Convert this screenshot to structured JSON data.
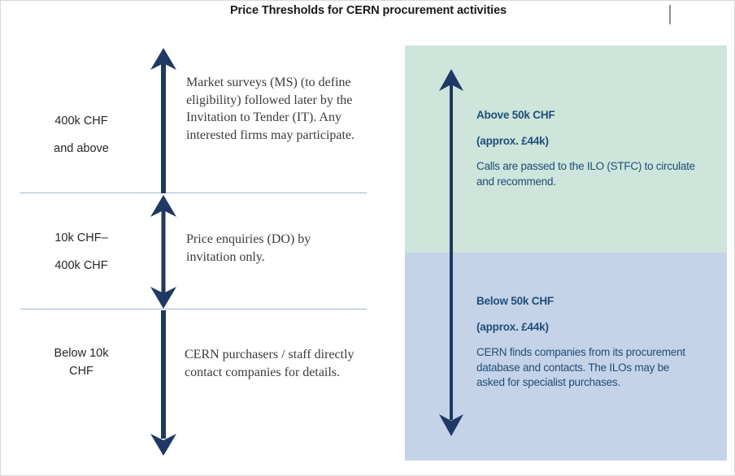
{
  "title": "Price Thresholds for CERN procurement activities",
  "colors": {
    "navy": "#1f3864",
    "panel_green": "#cde5da",
    "panel_blue": "#c4d3e8",
    "panel_text": "#1f4e79",
    "divider": "#9fb6cd",
    "body_text": "#3b3b3b",
    "label_text": "#262626"
  },
  "left_column": {
    "tiers": [
      {
        "label_line1": "400k CHF",
        "label_line2": "and above",
        "description": "Market surveys (MS) (to define eligibility) followed later by the Invitation to Tender (IT). Any interested firms may participate.",
        "arrow": "up-arrow"
      },
      {
        "label_line1": "10k CHF–",
        "label_line2": "400k CHF",
        "description": "Price enquiries (DO) by invitation only.",
        "arrow": "double-headed-vertical-arrow"
      },
      {
        "label_line1": "Below 10k",
        "label_line2": "CHF",
        "description": "CERN purchasers / staff directly contact companies for details.",
        "arrow": "down-arrow"
      }
    ]
  },
  "right_panel": {
    "arrow": "double-headed-vertical-arrow",
    "sections": [
      {
        "heading": "Above 50k CHF",
        "approx": "(approx. £44k)",
        "body": "Calls are passed to the ILO (STFC) to circulate and recommend.",
        "background": "#cde5da"
      },
      {
        "heading": "Below 50k CHF",
        "approx": "(approx.  £44k)",
        "body": "CERN finds companies from its procurement database and contacts. The ILOs may be asked for specialist purchases.",
        "background": "#c4d3e8"
      }
    ]
  }
}
